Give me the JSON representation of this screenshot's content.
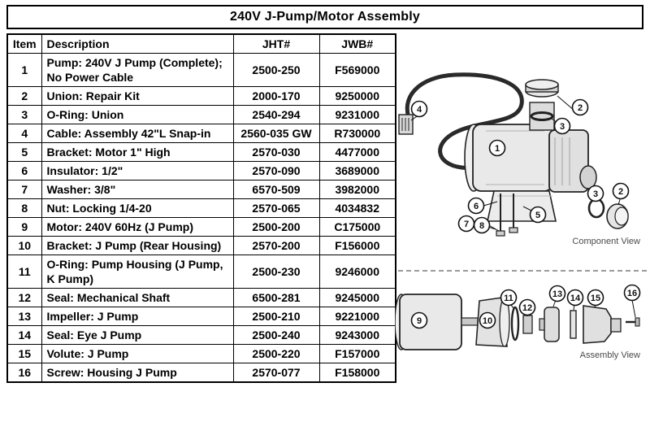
{
  "title": "240V J-Pump/Motor Assembly",
  "table": {
    "headers": {
      "item": "Item",
      "description": "Description",
      "jht": "JHT#",
      "jwb": "JWB#"
    },
    "rows": [
      {
        "item": "1",
        "description": "Pump: 240V J Pump (Complete); No Power Cable",
        "jht": "2500-250",
        "jwb": "F569000"
      },
      {
        "item": "2",
        "description": "Union: Repair Kit",
        "jht": "2000-170",
        "jwb": "9250000"
      },
      {
        "item": "3",
        "description": "O-Ring: Union",
        "jht": "2540-294",
        "jwb": "9231000"
      },
      {
        "item": "4",
        "description": "Cable: Assembly 42\"L Snap-in",
        "jht": "2560-035 GW",
        "jwb": "R730000"
      },
      {
        "item": "5",
        "description": "Bracket: Motor 1\" High",
        "jht": "2570-030",
        "jwb": "4477000"
      },
      {
        "item": "6",
        "description": "Insulator: 1/2\"",
        "jht": "2570-090",
        "jwb": "3689000"
      },
      {
        "item": "7",
        "description": "Washer: 3/8\"",
        "jht": "6570-509",
        "jwb": "3982000"
      },
      {
        "item": "8",
        "description": "Nut: Locking 1/4-20",
        "jht": "2570-065",
        "jwb": "4034832"
      },
      {
        "item": "9",
        "description": "Motor: 240V 60Hz (J Pump)",
        "jht": "2500-200",
        "jwb": "C175000"
      },
      {
        "item": "10",
        "description": "Bracket: J Pump (Rear Housing)",
        "jht": "2570-200",
        "jwb": "F156000"
      },
      {
        "item": "11",
        "description": "O-Ring: Pump Housing (J Pump, K Pump)",
        "jht": "2500-230",
        "jwb": "9246000"
      },
      {
        "item": "12",
        "description": "Seal: Mechanical Shaft",
        "jht": "6500-281",
        "jwb": "9245000"
      },
      {
        "item": "13",
        "description": "Impeller: J Pump",
        "jht": "2500-210",
        "jwb": "9221000"
      },
      {
        "item": "14",
        "description": "Seal: Eye J Pump",
        "jht": "2500-240",
        "jwb": "9243000"
      },
      {
        "item": "15",
        "description": "Volute: J Pump",
        "jht": "2500-220",
        "jwb": "F157000"
      },
      {
        "item": "16",
        "description": "Screw: Housing J Pump",
        "jht": "2570-077",
        "jwb": "F158000"
      }
    ]
  },
  "component_view": {
    "label": "Component View",
    "callouts": [
      "1",
      "2",
      "3",
      "4",
      "5",
      "6",
      "7",
      "8"
    ]
  },
  "assembly_view": {
    "label": "Assembly View",
    "callouts": [
      "9",
      "10",
      "11",
      "12",
      "13",
      "14",
      "15",
      "16"
    ]
  }
}
